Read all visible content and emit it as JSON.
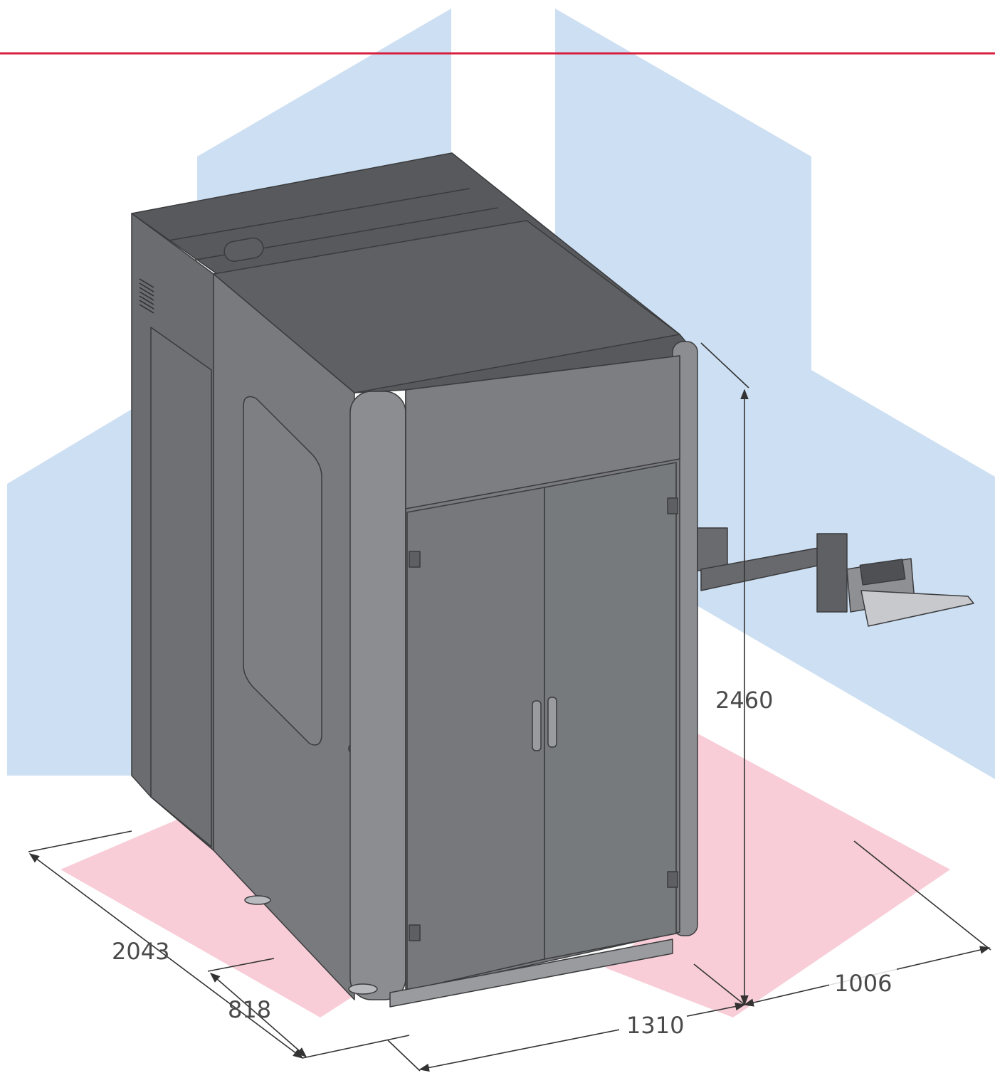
{
  "dimensions": {
    "height": "2460",
    "depth_total": "2043",
    "depth_partial": "818",
    "width": "1310",
    "arm_extension": "1006"
  },
  "colors": {
    "accent_line": "#d81e3c",
    "backdrop_blue": "#cddff2",
    "floor_pink": "#f8cdd7",
    "cabinet_front": "#7a7b7e",
    "cabinet_side": "#6e6f72",
    "cabinet_top": "#57595c",
    "dimension_ink": "#333333"
  }
}
